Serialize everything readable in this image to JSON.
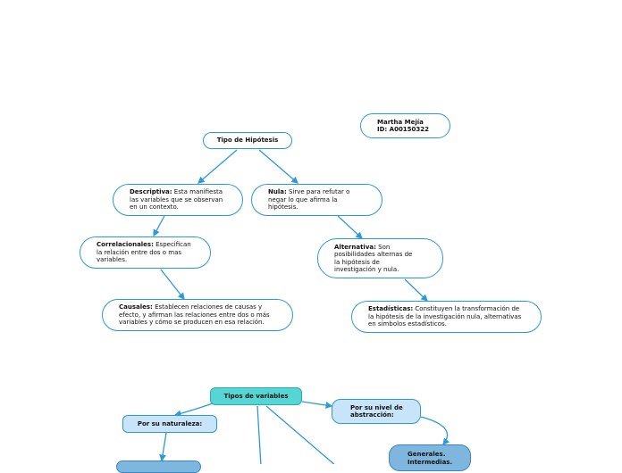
{
  "author": {
    "name": "Martha Mejía",
    "id": "ID: A00150322"
  },
  "map1": {
    "root": "Tipo de Hipótesis",
    "descriptiva": {
      "term": "Descriptiva:",
      "lines": [
        " Esta manifiesta",
        "las variables que se observan",
        "en un contexto."
      ]
    },
    "nula": {
      "term": "Nula:",
      "lines": [
        " Sirve para refutar o",
        "negar lo que afirma la",
        "hipótesis."
      ]
    },
    "correlacionales": {
      "term": "Correlacionales:",
      "lines": [
        " Especifican",
        "la relación entre dos o mas",
        "variables."
      ]
    },
    "alternativa": {
      "term": "Alternativa:",
      "lines": [
        " Son",
        "posibilidades alternas de",
        "la hipótesis de",
        "investigación y nula."
      ]
    },
    "causales": {
      "term": "Causales:",
      "lines": [
        " Establecen relaciones de causas y",
        "efecto, y afirman las relaciones entre dos o más",
        "variables y cómo se producen en esa relación."
      ]
    },
    "estadisticas": {
      "term": "Estadísticas:",
      "lines": [
        " Constituyen la transformación de",
        "la hipótesis de la investigación nula, alternativas",
        "en símbolos estadísticos."
      ]
    }
  },
  "map2": {
    "root": "Tipos de variables",
    "naturaleza": "Por su naturaleza:",
    "abstraccion": [
      "Por su nivel de",
      "abstracción:"
    ],
    "generales": [
      "Generales.",
      "Intermedias."
    ]
  },
  "colors": {
    "edge": "#2b9ad9",
    "teal": "#56d6d2",
    "light": "#c8e4f8",
    "mid": "#7fb6dd"
  }
}
